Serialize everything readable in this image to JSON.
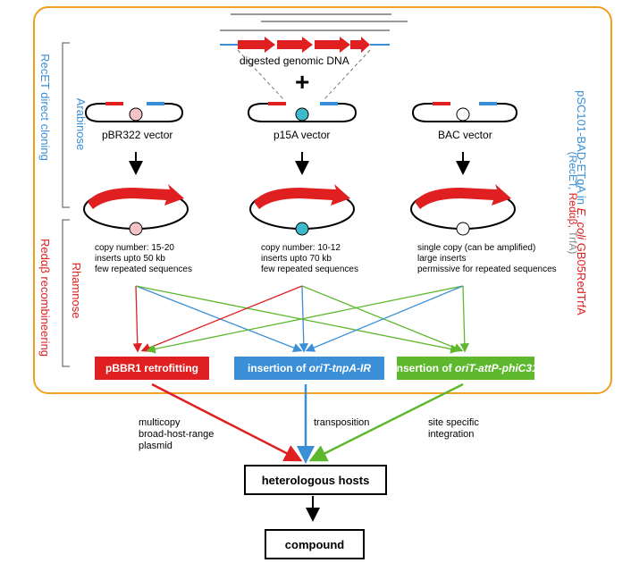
{
  "genomic": {
    "label": "digested genomic DNA",
    "plus": "+"
  },
  "vectors": [
    {
      "name": "pBR322 vector",
      "dot_color": "#f5c2c7",
      "notes": [
        "copy number: 15-20",
        "inserts upto 50 kb",
        "few repeated sequences"
      ]
    },
    {
      "name": "p15A vector",
      "dot_color": "#3fb8c8",
      "notes": [
        "copy number: 10-12",
        "inserts upto 70 kb",
        "few repeated sequences"
      ]
    },
    {
      "name": "BAC vector",
      "dot_color": "#ffffff",
      "notes": [
        "single copy (can be amplified)",
        "large inserts",
        "permissive for repeated sequences"
      ]
    }
  ],
  "left_labels": {
    "recet": "RecET direct cloning",
    "arabinose": "Arabinose",
    "redab": "Redαβ recombineering",
    "rhamnose": "Rhamnose"
  },
  "right_label": {
    "line1": "pSC101-BAD-ETgA in",
    "line1_italic": "E. coli",
    "line1_end": "GB05RedTrfA",
    "line2_a": "(RecET,",
    "line2_b": "Redαβ,",
    "line2_c": "TrfA)"
  },
  "boxes": {
    "pbbr1": {
      "label": "pBBR1 retrofitting",
      "color": "#e02020"
    },
    "tnpa": {
      "label_a": "insertion of ",
      "label_b": "oriT-tnpA-IR",
      "color": "#3a8fd6"
    },
    "attp": {
      "label_a": "insertion of ",
      "label_b": "oriT-attP-phiC31",
      "color": "#5db82e"
    }
  },
  "arrow_labels": {
    "left": [
      "multicopy",
      "broad-host-range",
      "plasmid"
    ],
    "middle": "transposition",
    "right": [
      "site specific",
      "integration"
    ]
  },
  "hosts": "heterologous hosts",
  "compound": "compound",
  "colors": {
    "frame": "#f0a020",
    "red": "#e02020",
    "blue": "#3a8fd6",
    "green": "#5db82e",
    "gray": "#888888"
  }
}
